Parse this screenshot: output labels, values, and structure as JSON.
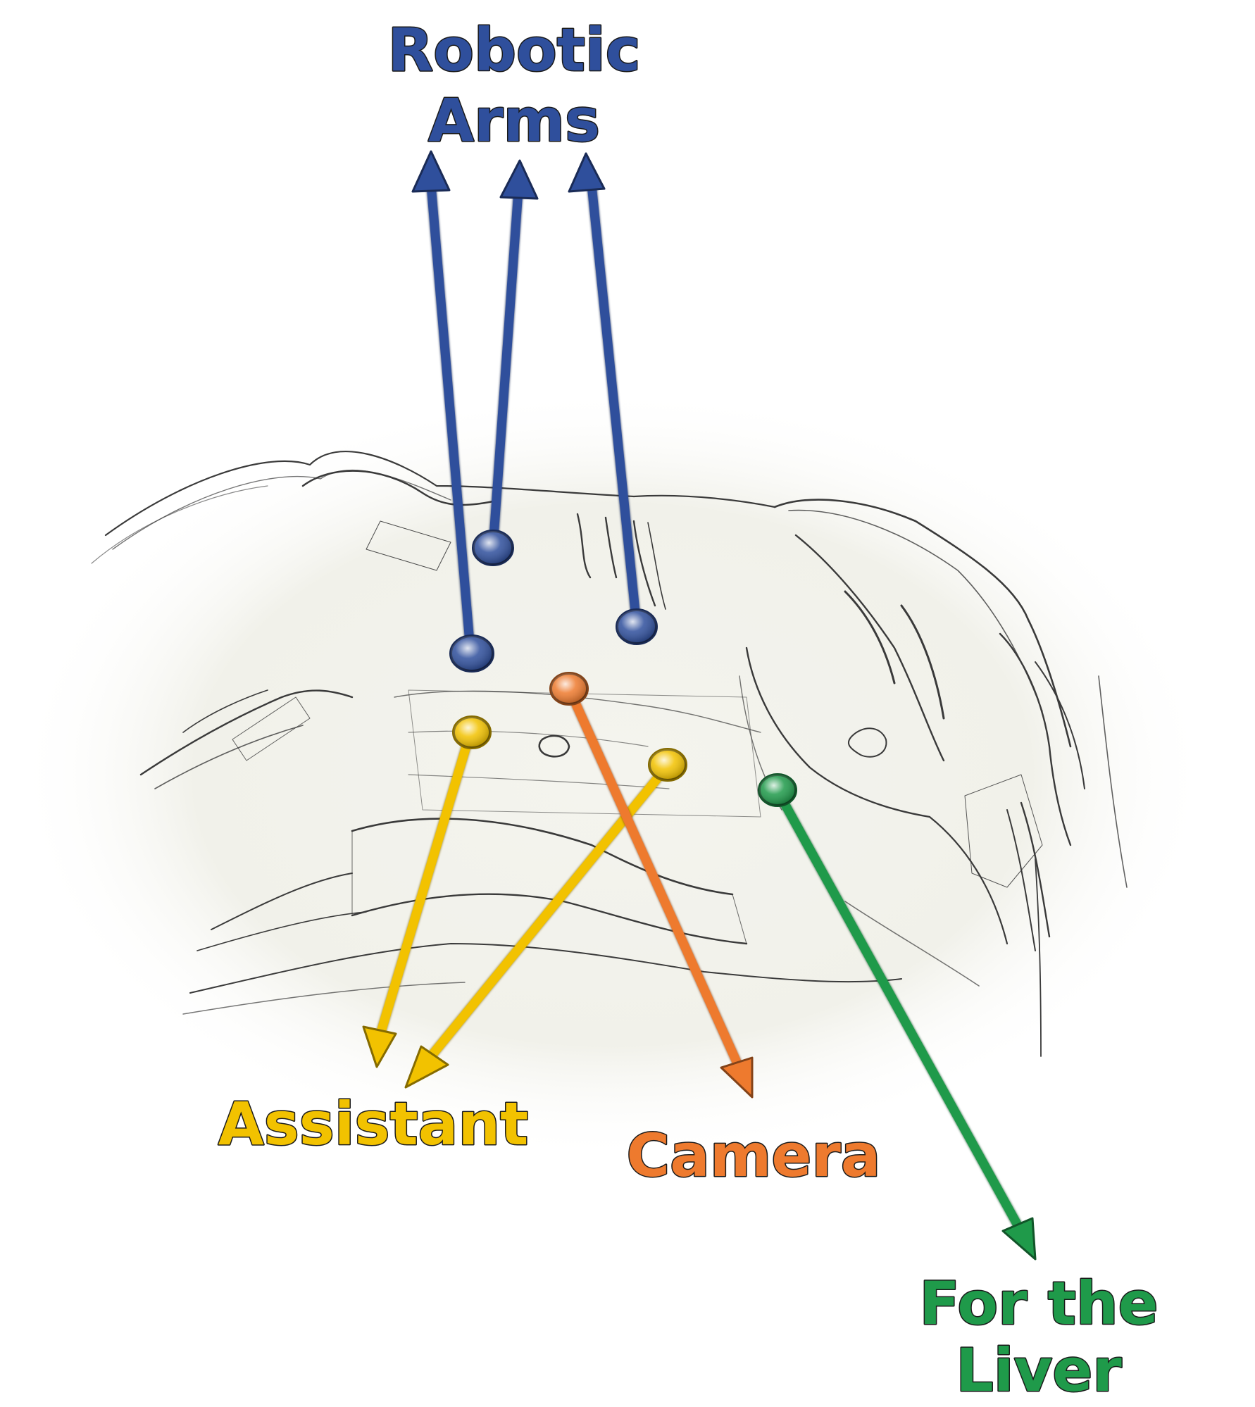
{
  "labels": {
    "robotic_line1": "Robotic",
    "robotic_line2": "Arms",
    "assistant": "Assistant",
    "camera": "Camera",
    "liver_line1": "For the",
    "liver_line2": "Liver"
  },
  "colors": {
    "robotic": "#2f4f9c",
    "assistant": "#f2c200",
    "camera": "#ee7a2e",
    "liver": "#1f9a4a",
    "background_glow": "#eeeee6"
  },
  "icons": {
    "port": "port-marker-icon",
    "arrow": "arrow-icon",
    "patient": "patient-sketch"
  }
}
